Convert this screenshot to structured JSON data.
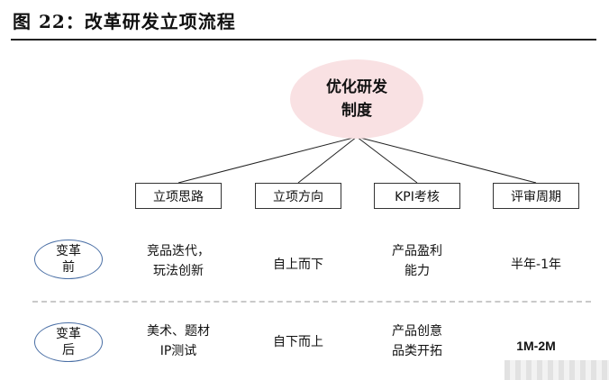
{
  "title": "图 22：改革研发立项流程",
  "root": {
    "label": "优化研发制度"
  },
  "categories": [
    "立项思路",
    "立项方向",
    "KPI考核",
    "评审周期"
  ],
  "rows": [
    {
      "label": "变革前",
      "cells": [
        [
          "竞品迭代，",
          "玩法创新"
        ],
        [
          "自上而下"
        ],
        [
          "产品盈利",
          "能力"
        ],
        [
          "半年-1年"
        ]
      ]
    },
    {
      "label": "变革后",
      "cells": [
        [
          "美术、题材",
          "IP测试"
        ],
        [
          "自下而上"
        ],
        [
          "产品创意",
          "品类开拓"
        ],
        [
          "1M-2M"
        ]
      ]
    }
  ],
  "colors": {
    "root_fill": "#f9e1e3",
    "ellipse_border": "#4a6fa5",
    "divider": "#c9c9c9"
  }
}
